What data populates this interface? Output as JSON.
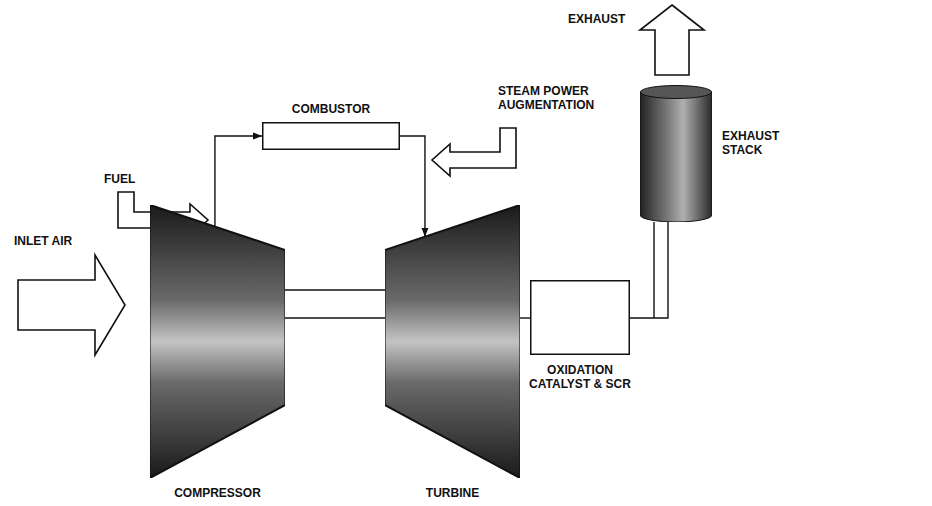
{
  "diagram": {
    "nodes": [
      {
        "text": [
          "COMPRESSOR"
        ]
      },
      {
        "text": [
          "COMBUSTOR"
        ]
      },
      {
        "text": [
          "TURBINE"
        ]
      },
      {
        "text": [
          "OXIDATION CATALYST & SCR"
        ]
      },
      {
        "text": [
          "EXHAUST STACK"
        ]
      }
    ],
    "edges": [
      {
        "from": 0,
        "to": 1,
        "arrow": "to"
      },
      {
        "from": 1,
        "to": 2,
        "arrow": "to"
      },
      {
        "from": 0,
        "to": 2,
        "arrow": "none"
      },
      {
        "from": 2,
        "to": 3,
        "arrow": "none"
      },
      {
        "from": 3,
        "to": 4,
        "arrow": "none"
      }
    ],
    "labels": [
      "INLET AIR",
      "FUEL",
      "STEAM POWER AUGMENTATION",
      "EXHAUST"
    ]
  }
}
